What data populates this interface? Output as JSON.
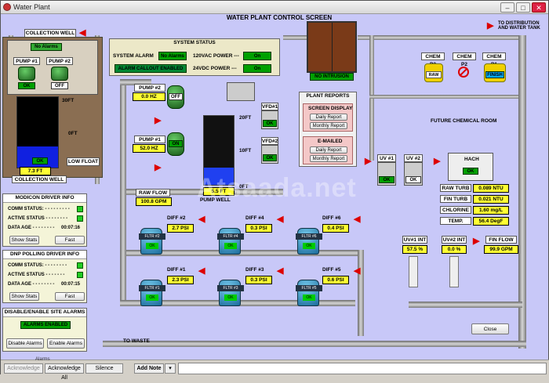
{
  "window": {
    "title": "Water Plant"
  },
  "screen_title": "WATER PLANT CONTROL SCREEN",
  "watermark": "Atsaada.net",
  "collection": {
    "title": "COLLECTION WELL",
    "no_alarm": "No Alarms",
    "pump1": "PUMP #1",
    "pump2": "PUMP #2",
    "pump1_status": "OK",
    "pump2_status": "OFF",
    "level_30": "30FT",
    "level_0": "0FT",
    "low_float": "LOW FLOAT",
    "level_status": "OK",
    "level_value": "7.3 FT",
    "bottom_label": "COLLECTION WELL"
  },
  "system_status": {
    "title": "SYSTEM STATUS",
    "alarm_label": "SYSTEM ALARM",
    "alarm_value": "No Alarms",
    "callout": "ALARM CALLOUT ENABLED",
    "vac_label": "120VAC POWER ---",
    "vac_value": "On",
    "vdc_label": "24VDC POWER ---",
    "vdc_value": "On"
  },
  "intrusion": "NO INTRUSION",
  "distribution": "TO DISTRIBUTION AND WATER TANK",
  "pumps": {
    "p2_label": "PUMP #2",
    "p2_hz": "0.0 HZ",
    "p2_status": "OFF",
    "p1_label": "PUMP #1",
    "p1_hz": "52.0 HZ",
    "p1_status": "ON"
  },
  "vfd": {
    "v1": "VFD#1",
    "v1_status": "OK",
    "v2": "VFD#2",
    "v2_status": "OK"
  },
  "pump_well": {
    "t20": "20FT",
    "t10": "10FT",
    "t0": "0FT",
    "value": "5.5 FT",
    "label": "PUMP WELL"
  },
  "reports": {
    "title": "PLANT REPORTS",
    "screen_title": "SCREEN DISPLAY",
    "screen_daily": "Daily Report",
    "screen_monthly": "Monthly Report",
    "email_title": "E-MAILED",
    "email_daily": "Daily Report",
    "email_monthly": "Monthly Report"
  },
  "chem": {
    "p3": "CHEM P3",
    "p2": "CHEM P2",
    "p1": "CHEM P1",
    "p3_status": "RAW",
    "p1_status": "FINISH",
    "room": "FUTURE CHEMICAL ROOM"
  },
  "uv": {
    "uv1": "UV #1",
    "uv2": "UV #2",
    "uv1_status": "OK",
    "uv2_status": "OK",
    "hach": "HACH",
    "hach_status": "OK"
  },
  "readings": [
    {
      "label": "RAW TURB",
      "value": "0.089 NTU"
    },
    {
      "label": "FIN TURB",
      "value": "0.021 NTU"
    },
    {
      "label": "CHLORINE",
      "value": "1.60 mg/L"
    },
    {
      "label": "TEMP.",
      "value": "56.4 DegF"
    }
  ],
  "raw_flow": {
    "label": "RAW FLOW",
    "value": "100.8 GPM"
  },
  "diffs": [
    {
      "label": "DIFF #2",
      "value": "2.7 PSI"
    },
    {
      "label": "DIFF #4",
      "value": "0.3 PSI"
    },
    {
      "label": "DIFF #6",
      "value": "0.4 PSI"
    },
    {
      "label": "DIFF #1",
      "value": "2.3 PSI"
    },
    {
      "label": "DIFF #3",
      "value": "0.3 PSI"
    },
    {
      "label": "DIFF #5",
      "value": "0.6 PSI"
    }
  ],
  "filters": [
    {
      "label": "FLTR #2",
      "status": "OK"
    },
    {
      "label": "FLTR #4",
      "status": "OK"
    },
    {
      "label": "FLTR #6",
      "status": "OK"
    },
    {
      "label": "FLTR #1",
      "status": "OK"
    },
    {
      "label": "FLTR #3",
      "status": "OK"
    },
    {
      "label": "FLTR #5",
      "status": "OK"
    }
  ],
  "uv_int": {
    "uv1_label": "UV#1 INT",
    "uv1_value": "57.5 %",
    "uv2_label": "UV#2 INT",
    "uv2_value": "0.0 %"
  },
  "fin_flow": {
    "label": "FIN FLOW",
    "value": "99.9 GPM"
  },
  "to_waste": "TO WASTE",
  "close_btn": "Close",
  "modicon": {
    "title": "MODICON DRIVER INFO",
    "comm": "COMM STATUS: - - - - - - - - -",
    "active": "ACTIVE STATUS - - - - - - - -",
    "date": "DATA AGE - - - - - - - -",
    "date_value": "00:07:16",
    "show": "Show Stats",
    "fast": "Fast"
  },
  "dnp": {
    "title": "DNP POLLING DRIVER INFO",
    "comm": "COMM STATUS: - - - - - - - -",
    "active": "ACTIVE STATUS - - - - - - -",
    "date": "DATA AGE - - - - - - - -",
    "date_value": "00:07:15",
    "show": "Show Stats",
    "fast": "Fast"
  },
  "site_alarms": {
    "title": "DISABLE/ENABLE SITE ALARMS",
    "status": "ALARMS ENABLED",
    "disable": "Disable Alarms",
    "enable": "Enable Alarms"
  },
  "statusbar": {
    "group": "Alarms",
    "ack": "Acknowledge",
    "ack_all": "Acknowledge All",
    "silence": "Silence",
    "add_note": "Add Note",
    "dropdown": "▾"
  }
}
